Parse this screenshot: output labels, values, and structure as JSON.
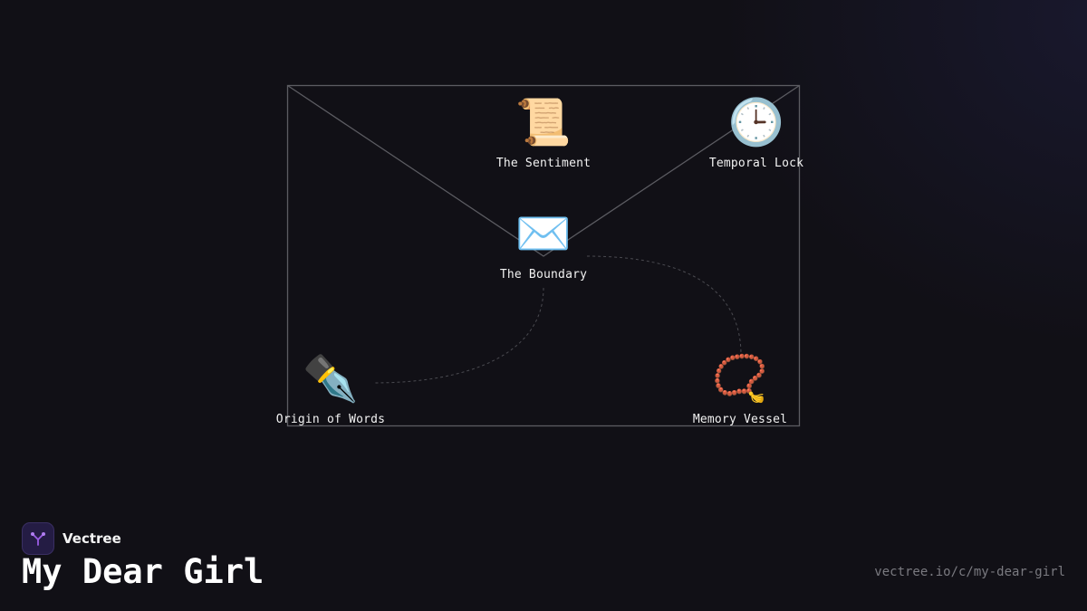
{
  "brand": {
    "name": "Vectree",
    "logo_icon": "tree-branch-icon",
    "logo_color": "#9b5de5"
  },
  "title": "My Dear Girl",
  "url": "vectree.io/c/my-dear-girl",
  "nodes": [
    {
      "id": "sentiment",
      "label": "The Sentiment",
      "icon": "scroll-icon",
      "emoji": "📜"
    },
    {
      "id": "temporal",
      "label": "Temporal Lock",
      "icon": "clock-icon",
      "emoji": "🕒"
    },
    {
      "id": "boundary",
      "label": "The Boundary",
      "icon": "envelope-icon",
      "emoji": "✉️"
    },
    {
      "id": "origin",
      "label": "Origin of Words",
      "icon": "fountain-pen-icon",
      "emoji": "✒️"
    },
    {
      "id": "memory",
      "label": "Memory Vessel",
      "icon": "prayer-beads-icon",
      "emoji": "📿"
    }
  ],
  "connections": [
    {
      "from": "boundary",
      "to": "origin"
    },
    {
      "from": "boundary",
      "to": "memory"
    }
  ],
  "colors": {
    "background": "#111016",
    "envelope_stroke": "#5c5c62",
    "connector": "#4a4a50"
  }
}
